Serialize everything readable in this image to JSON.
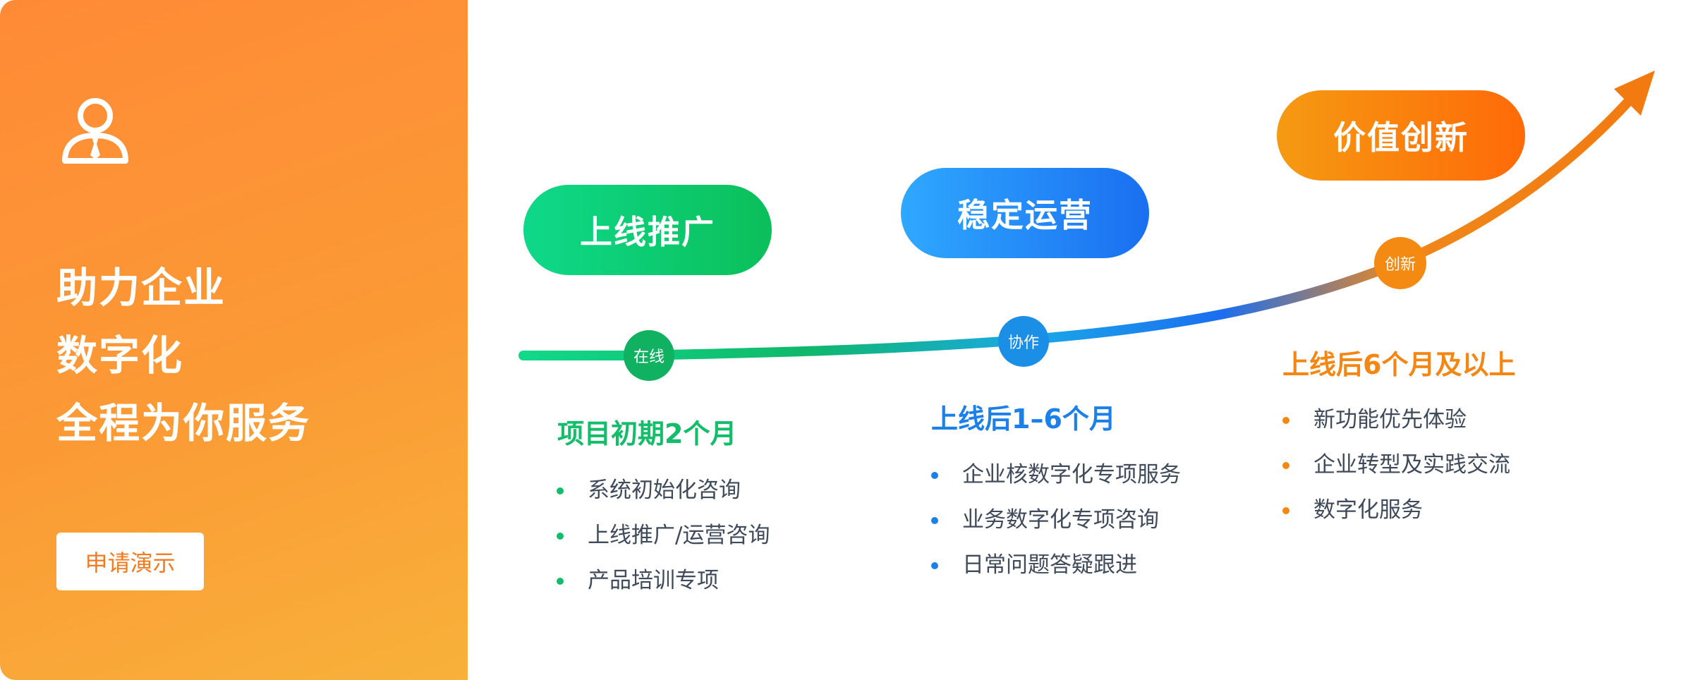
{
  "intro": {
    "headline": [
      "助力企业",
      "数字化",
      "全程为你服务"
    ],
    "demo_button_label": "申请演示",
    "icon": "user-icon"
  },
  "colors": {
    "panel_orange": "#fb9a35",
    "green": "#13bd6a",
    "blue": "#1b80e8",
    "orange": "#f48713"
  },
  "phases": [
    {
      "pill_label": "上线推广",
      "node_label": "在线",
      "title": "项目初期2个月",
      "items": [
        "系统初始化咨询",
        "上线推广/运营咨询",
        "产品培训专项"
      ]
    },
    {
      "pill_label": "稳定运营",
      "node_label": "协作",
      "title": "上线后1–6个月",
      "items": [
        "企业核数字化专项服务",
        "业务数字化专项咨询",
        "日常问题答疑跟进"
      ]
    },
    {
      "pill_label": "价值创新",
      "node_label": "创新",
      "title": "上线后6个月及以上",
      "items": [
        "新功能优先体验",
        "企业转型及实践交流",
        "数字化服务"
      ]
    }
  ]
}
